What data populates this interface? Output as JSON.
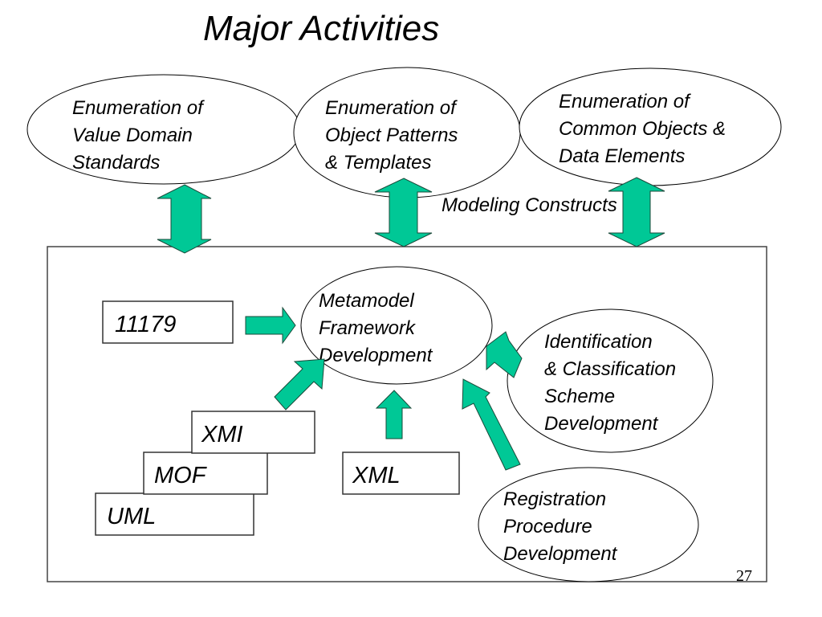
{
  "title": "Major Activities",
  "colors": {
    "arrow_fill": "#00C896",
    "outline": "#000000",
    "background": "#FFFFFF"
  },
  "top_activities": [
    {
      "id": "value-domain",
      "lines": [
        "Enumeration of",
        "Value Domain",
        "Standards"
      ]
    },
    {
      "id": "object-patterns",
      "lines": [
        "Enumeration of",
        "Object Patterns",
        "& Templates"
      ]
    },
    {
      "id": "common-objects",
      "lines": [
        "Enumeration of",
        "Common Objects &",
        "Data Elements"
      ]
    }
  ],
  "modeling_constructs_label": "Modeling Constructs",
  "center": {
    "lines": [
      "Metamodel",
      "Framework",
      "Development"
    ]
  },
  "identification": {
    "lines": [
      "Identification",
      "& Classification",
      "Scheme",
      "Development"
    ]
  },
  "registration": {
    "lines": [
      "Registration",
      "Procedure",
      "Development"
    ]
  },
  "boxes": {
    "iso": "11179",
    "xmi": "XMI",
    "mof": "MOF",
    "uml": "UML",
    "xml": "XML"
  },
  "arrows": [
    {
      "name": "value-domain-bidirectional-arrow",
      "type": "double-vertical",
      "from": "value-domain",
      "to": "framework-box"
    },
    {
      "name": "object-patterns-bidirectional-arrow",
      "type": "double-vertical",
      "from": "object-patterns",
      "to": "framework-box"
    },
    {
      "name": "common-objects-bidirectional-arrow",
      "type": "double-vertical",
      "from": "common-objects",
      "to": "framework-box"
    },
    {
      "name": "iso-to-metamodel-arrow",
      "type": "single",
      "from": "11179",
      "to": "metamodel"
    },
    {
      "name": "xmi-to-metamodel-arrow",
      "type": "single",
      "from": "XMI",
      "to": "metamodel"
    },
    {
      "name": "xml-to-metamodel-arrow",
      "type": "single",
      "from": "XML",
      "to": "metamodel"
    },
    {
      "name": "registration-to-metamodel-arrow",
      "type": "single",
      "from": "registration",
      "to": "metamodel"
    },
    {
      "name": "identification-to-metamodel-arrow",
      "type": "single",
      "from": "identification",
      "to": "metamodel"
    }
  ],
  "page_number": "27"
}
